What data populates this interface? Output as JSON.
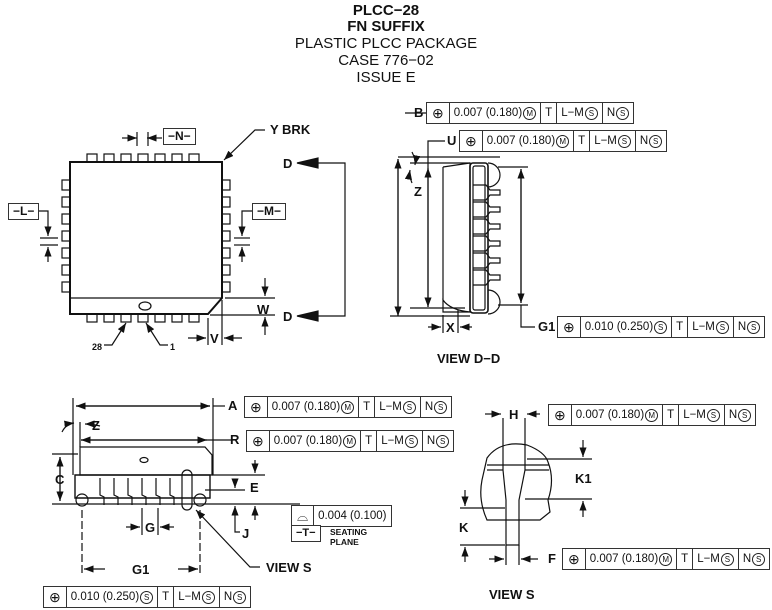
{
  "header": {
    "line1": "PLCC−28",
    "line2": "FN SUFFIX",
    "line3": "PLASTIC PLCC PACKAGE",
    "line4": "CASE 776−02",
    "line5": "ISSUE E"
  },
  "top_view": {
    "datum_n": "−N−",
    "datum_l": "−L−",
    "datum_m": "−M−",
    "y_brk": "Y BRK",
    "section_mark": "D",
    "dim_w": "W",
    "dim_v": "V",
    "pin_28": "28",
    "pin_1": "1"
  },
  "view_dd": {
    "title": "VIEW D−D",
    "dim_z": "Z",
    "dim_x": "X"
  },
  "side_view": {
    "dim_c": "C",
    "dim_z": "Z",
    "dim_e": "E",
    "dim_j": "J",
    "dim_g": "G",
    "dim_g1": "G1",
    "view_s_callout": "VIEW S",
    "datum_t": "−T−",
    "seating_line1": "SEATING",
    "seating_line2": "PLANE",
    "flatness_value": "0.004 (0.100)"
  },
  "view_s": {
    "title": "VIEW S",
    "dim_h": "H",
    "dim_k1": "K1",
    "dim_k": "K",
    "dim_f": "F"
  },
  "tolerance_frames": [
    {
      "label": "B",
      "value": "0.007 (0.180)",
      "modifier": "M",
      "datum1": "T",
      "datum2": "L−M",
      "datum2_mod": "S",
      "datum3": "N",
      "datum3_mod": "S"
    },
    {
      "label": "U",
      "value": "0.007 (0.180)",
      "modifier": "M",
      "datum1": "T",
      "datum2": "L−M",
      "datum2_mod": "S",
      "datum3": "N",
      "datum3_mod": "S"
    },
    {
      "label": "G1",
      "value": "0.010 (0.250)",
      "modifier": "S",
      "datum1": "T",
      "datum2": "L−M",
      "datum2_mod": "S",
      "datum3": "N",
      "datum3_mod": "S"
    },
    {
      "label": "A",
      "value": "0.007 (0.180)",
      "modifier": "M",
      "datum1": "T",
      "datum2": "L−M",
      "datum2_mod": "S",
      "datum3": "N",
      "datum3_mod": "S"
    },
    {
      "label": "R",
      "value": "0.007 (0.180)",
      "modifier": "M",
      "datum1": "T",
      "datum2": "L−M",
      "datum2_mod": "S",
      "datum3": "N",
      "datum3_mod": "S"
    },
    {
      "label": "H",
      "value": "0.007 (0.180)",
      "modifier": "M",
      "datum1": "T",
      "datum2": "L−M",
      "datum2_mod": "S",
      "datum3": "N",
      "datum3_mod": "S"
    },
    {
      "label": "F",
      "value": "0.007 (0.180)",
      "modifier": "M",
      "datum1": "T",
      "datum2": "L−M",
      "datum2_mod": "S",
      "datum3": "N",
      "datum3_mod": "S"
    },
    {
      "label": "",
      "value": "0.010 (0.250)",
      "modifier": "S",
      "datum1": "T",
      "datum2": "L−M",
      "datum2_mod": "S",
      "datum3": "N",
      "datum3_mod": "S"
    }
  ],
  "symbols": {
    "position": "⊕",
    "profile": "⌓"
  }
}
